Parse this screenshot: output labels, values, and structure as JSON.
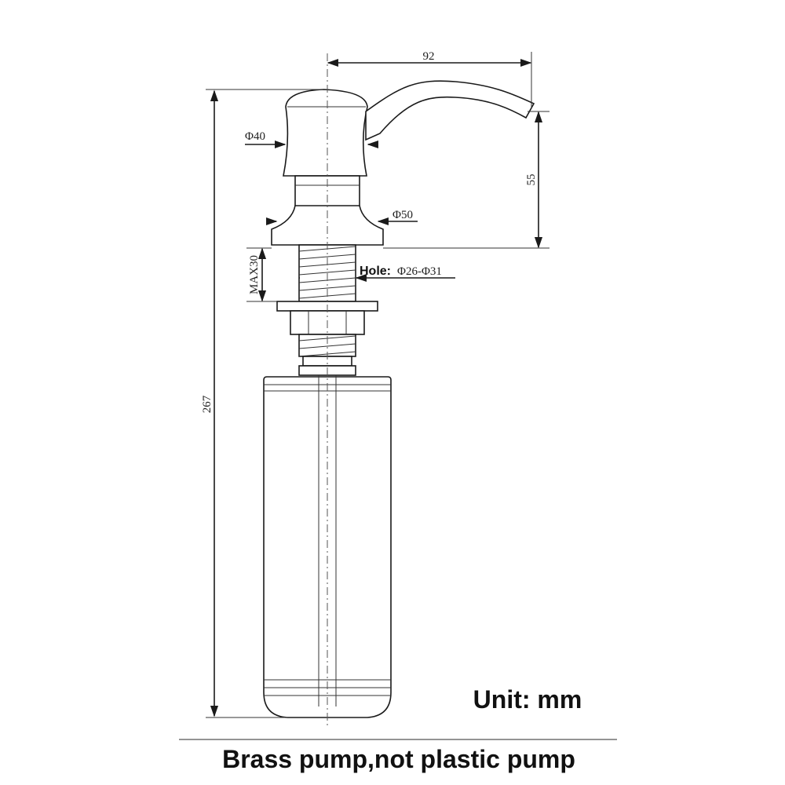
{
  "dimensions": {
    "spout_reach": "92",
    "head_diameter": "Φ40",
    "spout_height": "55",
    "flange_diameter": "Φ50",
    "max_counter_thickness": "MAX30",
    "hole_label": "Hole:",
    "hole_range": "Φ26-Φ31",
    "total_height": "267"
  },
  "unit_label": "Unit: mm",
  "caption": "Brass pump,not plastic pump",
  "colors": {
    "line": "#1a1a1a",
    "text": "#111111",
    "background": "#ffffff"
  }
}
